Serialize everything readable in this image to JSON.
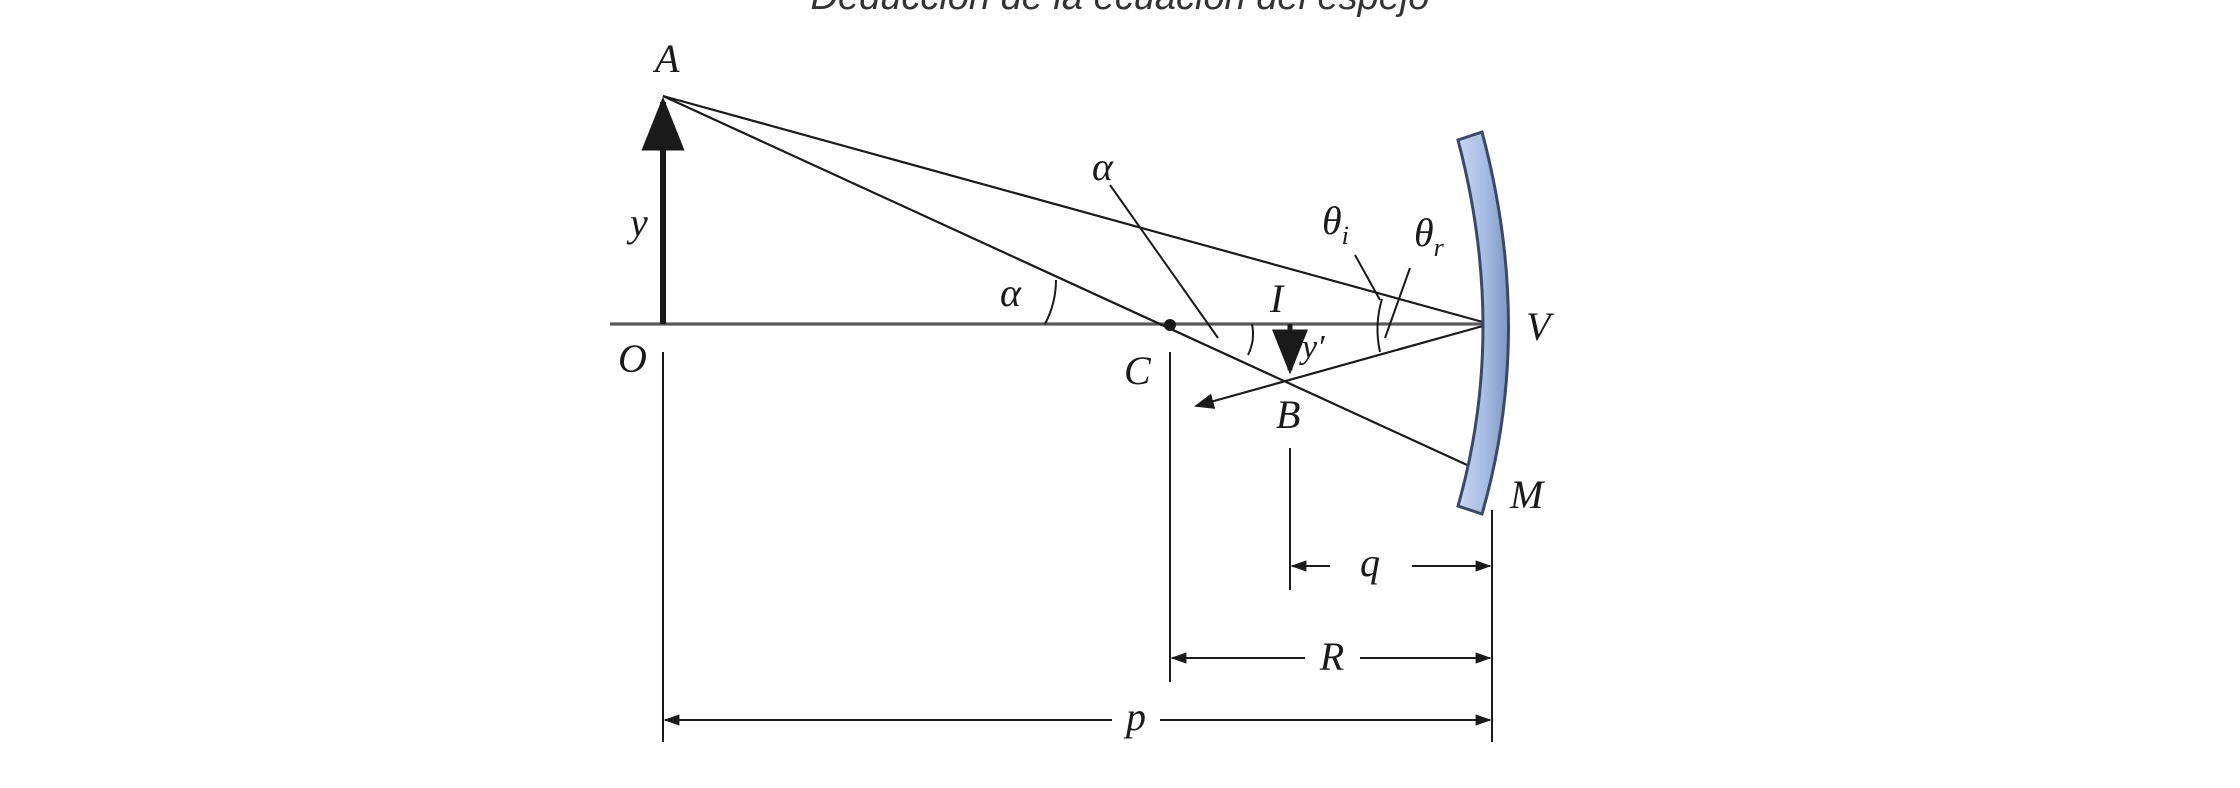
{
  "caption": "Deducción de la ecuación del espejo",
  "colors": {
    "ink": "#1a1a1a",
    "mirror_fill": "#a9bfe6",
    "mirror_edge": "#3a4a66",
    "axis_gray": "#9a9a9a"
  },
  "labels": {
    "A": "A",
    "O": "O",
    "y": "y",
    "alpha_top": "α",
    "alpha_left": "α",
    "C": "C",
    "I": "I",
    "y_prime": "y′",
    "B": "B",
    "theta_i": "θ",
    "theta_i_sub": "i",
    "theta_r": "θ",
    "theta_r_sub": "r",
    "V": "V",
    "M": "M",
    "q": "q",
    "R": "R",
    "p": "p"
  }
}
